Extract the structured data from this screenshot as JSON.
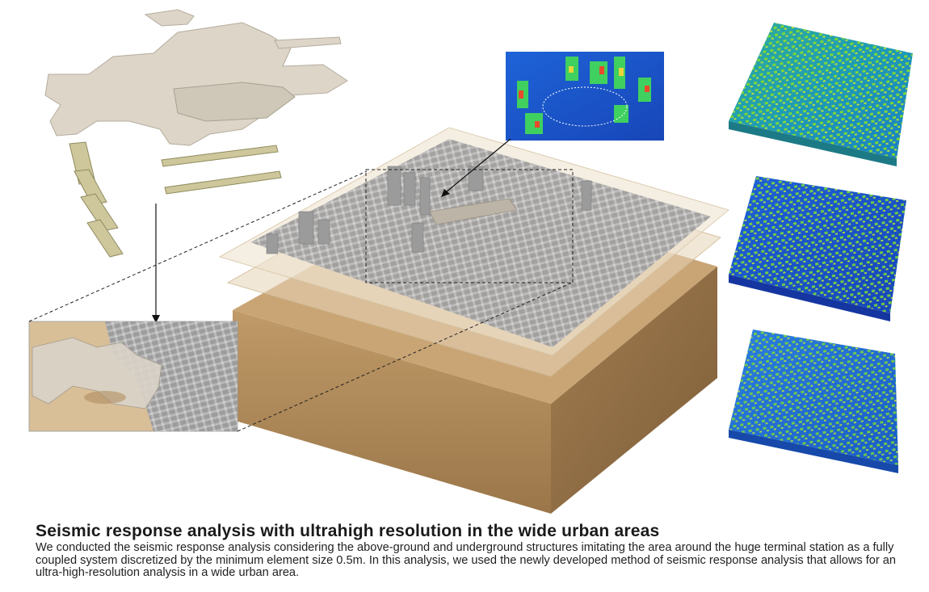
{
  "caption": {
    "title": "Seismic response analysis with ultrahigh resolution in the wide urban areas",
    "body": "We conducted the seismic response analysis considering the above-ground and underground structures imitating the area around the huge terminal station as a fully coupled system discretized by the minimum element size 0.5m. In this analysis, we used the newly developed method of seismic response analysis that allows for an ultra-high-resolution analysis in a wide urban area."
  },
  "colors": {
    "soil_front": "#a9865a",
    "soil_side": "#8c6a42",
    "soil_layer": "#d8bf98",
    "building": "#a7a7a7",
    "underground": "#ddd6ca",
    "tunnel": "#c9c39a",
    "heat_low": "#1f49c8",
    "heat_mid": "#33c46a",
    "heat_high": "#e23a22"
  },
  "panels": {
    "underground_exploded": "underground-structures-model",
    "urban_model": "coupled-soil-building-model",
    "detail_inset": "zoomed-underground-inset",
    "response_zoom": "response-zoom-inset",
    "response_maps": [
      "response-map-1",
      "response-map-2",
      "response-map-3"
    ]
  }
}
